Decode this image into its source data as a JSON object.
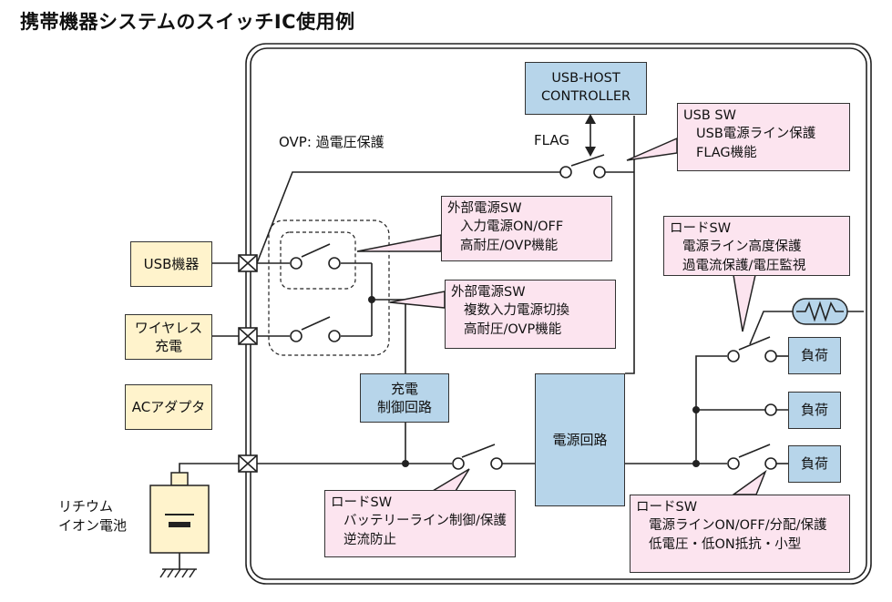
{
  "title": "携帯機器システムのスイッチIC使用例",
  "external": {
    "usb_device": "USB機器",
    "wireless": "ワイヤレス\n充電",
    "ac_adapter": "ACアダプタ",
    "battery": "リチウム\nイオン電池"
  },
  "blocks": {
    "usb_host": "USB-HOST\nCONTROLLER",
    "charge_ctrl": "充電\n制御回路",
    "power_circuit": "電源回路",
    "loads": [
      "負荷",
      "負荷",
      "負荷"
    ]
  },
  "labels": {
    "ovp": "OVP: 過電圧保護",
    "flag": "FLAG"
  },
  "callouts": {
    "usb_sw": {
      "title": "USB SW",
      "lines": [
        "USB電源ライン保護",
        "FLAG機能"
      ]
    },
    "ext_sw_1": {
      "title": "外部電源SW",
      "lines": [
        "入力電源ON/OFF",
        "高耐圧/OVP機能"
      ]
    },
    "ext_sw_2": {
      "title": "外部電源SW",
      "lines": [
        "複数入力電源切換",
        "高耐圧/OVP機能"
      ]
    },
    "load_sw_top": {
      "title": "ロードSW",
      "lines": [
        "電源ライン高度保護",
        "過電流保護/電圧監視"
      ]
    },
    "load_sw_battery": {
      "title": "ロードSW",
      "lines": [
        "バッテリーライン制御/保護",
        "逆流防止"
      ]
    },
    "load_sw_bottom": {
      "title": "ロードSW",
      "lines": [
        "電源ラインON/OFF/分配/保護",
        "低電圧・低ON抵抗・小型"
      ]
    }
  },
  "colors": {
    "external_fill": "#fff3cc",
    "block_fill": "#b7d5ea",
    "callout_fill": "#fce4ef"
  }
}
